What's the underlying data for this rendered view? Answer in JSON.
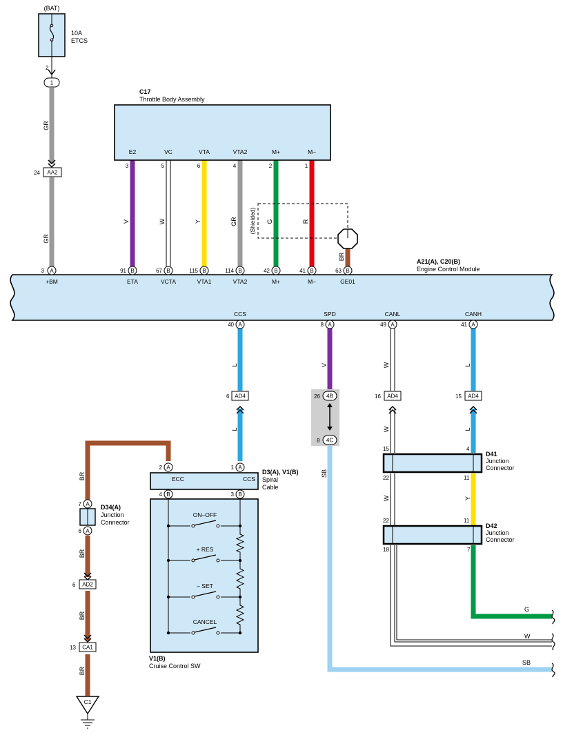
{
  "battery": {
    "label": "(BAT)",
    "fuse_amp": "10A",
    "fuse_name": "ETCS",
    "fuse_pin": "2",
    "oval_pin": "1"
  },
  "wire_colors": {
    "GR": "#9a9a9a",
    "V": "#7b2d9e",
    "W": "#ffffff",
    "Y": "#ffe000",
    "G": "#009944",
    "R": "#e50012",
    "BR": "#a0522d",
    "L": "#2aa6e0",
    "SB": "#9ed2f0"
  },
  "connectors": {
    "aa2": {
      "name": "AA2",
      "pin": "24"
    },
    "ad4_ccs": {
      "name": "AD4",
      "pin": "6"
    },
    "ad4_canl": {
      "name": "AD4",
      "pin": "16"
    },
    "ad4_canh": {
      "name": "AD4",
      "pin": "15"
    },
    "ad2": {
      "name": "AD2",
      "pin": "6"
    },
    "ca1": {
      "name": "CA1",
      "pin": "13"
    },
    "spd_4b": {
      "name": "4B",
      "pin": "26"
    },
    "spd_4c": {
      "name": "4C",
      "pin": "8"
    }
  },
  "throttle_body": {
    "ref": "C17",
    "name": "Throttle Body Assembly",
    "pins": [
      {
        "term": "E2",
        "pin": "3",
        "wire": "V",
        "ecm_pin": "91",
        "ecm_conn": "B",
        "ecm_term": "ETA"
      },
      {
        "term": "VC",
        "pin": "5",
        "wire": "W",
        "ecm_pin": "67",
        "ecm_conn": "B",
        "ecm_term": "VCTA"
      },
      {
        "term": "VTA",
        "pin": "6",
        "wire": "Y",
        "ecm_pin": "115",
        "ecm_conn": "B",
        "ecm_term": "VTA1"
      },
      {
        "term": "VTA2",
        "pin": "4",
        "wire": "GR",
        "ecm_pin": "114",
        "ecm_conn": "B",
        "ecm_term": "VTA2"
      },
      {
        "term": "M+",
        "pin": "2",
        "wire": "G",
        "ecm_pin": "42",
        "ecm_conn": "B",
        "ecm_term": "M+"
      },
      {
        "term": "M–",
        "pin": "1",
        "wire": "R",
        "ecm_pin": "41",
        "ecm_conn": "B",
        "ecm_term": "M–"
      }
    ],
    "shielded_label": "(Shielded)"
  },
  "ecm": {
    "ref": "A21(A), C20(B)",
    "name": "Engine Control Module",
    "bm": {
      "pin": "3",
      "conn": "A",
      "term": "+BM",
      "wire": "GR"
    },
    "ge01": {
      "pin": "63",
      "conn": "B",
      "term": "GE01",
      "wire": "BR"
    },
    "bottom": [
      {
        "term": "CCS",
        "pin": "40",
        "conn": "A",
        "wire": "L"
      },
      {
        "term": "SPD",
        "pin": "8",
        "conn": "A",
        "wire": "V"
      },
      {
        "term": "CANL",
        "pin": "49",
        "conn": "A",
        "wire": "W"
      },
      {
        "term": "CANH",
        "pin": "41",
        "conn": "A",
        "wire": "L"
      }
    ]
  },
  "spiral_cable": {
    "ref": "D3(A), V1(B)",
    "name_line1": "Spiral",
    "name_line2": "Cable",
    "ecc": {
      "term": "ECC",
      "top_pin": "2",
      "top_conn": "A",
      "bot_pin": "4",
      "bot_conn": "B"
    },
    "ccs": {
      "term": "CCS",
      "top_pin": "1",
      "top_conn": "A",
      "bot_pin": "3",
      "bot_conn": "B"
    }
  },
  "cruise_sw": {
    "ref": "V1(B)",
    "name": "Cruise Control SW",
    "switches": [
      "ON–OFF",
      "+ RES",
      "– SET",
      "CANCEL"
    ]
  },
  "d34": {
    "ref": "D34(A)",
    "line1": "Junction",
    "line2": "Connector",
    "top_pin": "7",
    "top_conn": "A",
    "bot_pin": "6",
    "bot_conn": "A"
  },
  "d41": {
    "ref": "D41",
    "line1": "Junction",
    "line2": "Connector",
    "pin_tl": "15",
    "pin_tr": "4",
    "pin_bl": "22",
    "pin_br": "11"
  },
  "d42": {
    "ref": "D42",
    "line1": "Junction",
    "line2": "Connector",
    "pin_tl": "22",
    "pin_tr": "11",
    "pin_bl": "18",
    "pin_br": "7"
  },
  "ground": {
    "name": "C1"
  },
  "outputs": [
    {
      "wire": "G"
    },
    {
      "wire": "W"
    },
    {
      "wire": "SB"
    }
  ],
  "wire_labels": {
    "bat_upper": "GR",
    "bat_lower": "GR",
    "ge01": "BR",
    "ccs_upper": "L",
    "ccs_lower": "L",
    "spd_upper": "V",
    "spd_lower": "SB",
    "canl_upper": "W",
    "canl_mid": "W",
    "canl_d41_d42": "W",
    "canh_d41_d42": "Y",
    "br_1": "BR",
    "br_2": "BR",
    "br_3": "BR",
    "br_4": "BR"
  }
}
